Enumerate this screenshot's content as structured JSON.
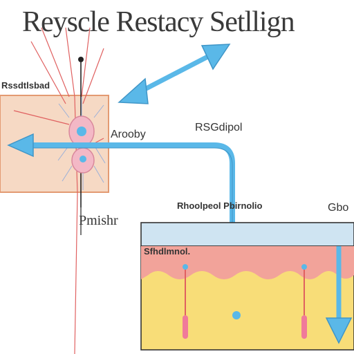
{
  "title": "Reyscle Restacy Setllign",
  "labels": {
    "left_panel": "Rssdtlsbad",
    "axon": "Arooby",
    "receptor": "RSGdipol",
    "muscle_layer": "Rhoolpeol Pbirnolio",
    "skin_top": "Sfhdlmnol.",
    "lower_left": "Pmishr",
    "right_edge": "Gbo"
  },
  "colors": {
    "arrow": "#5ab8e8",
    "arrow_dark": "#3f95c7",
    "tissue_fill": "#f6d9c4",
    "tissue_border": "#e39a72",
    "nerve_red": "#e06060",
    "skin_pink": "#f2a39a",
    "skin_yellow": "#f8dd78",
    "skin_blue": "#cfe4f2"
  }
}
